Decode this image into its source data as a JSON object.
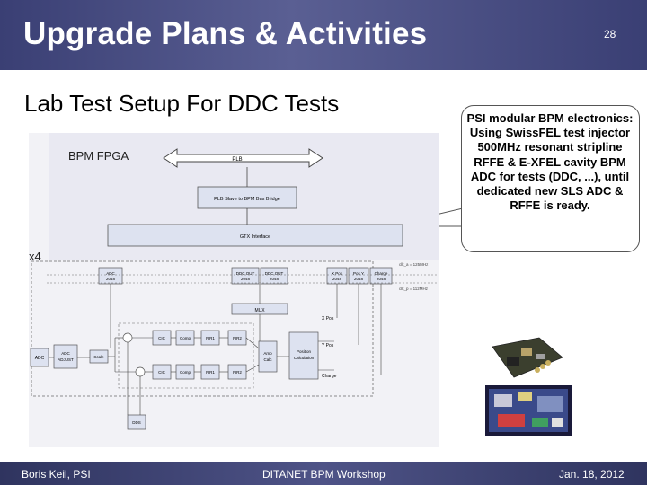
{
  "header": {
    "title": "Upgrade Plans & Activities",
    "page_number": "28"
  },
  "subtitle": "Lab Test Setup For DDC Tests",
  "callout": {
    "text": "PSI modular BPM electronics: Using SwissFEL test injector 500MHz resonant stripline RFFE & E-XFEL cavity BPM ADC for tests (DDC, ...), until dedicated new SLS ADC & RFFE is ready."
  },
  "diagram": {
    "title": "BPM FPGA",
    "multiplier": "x4",
    "blocks": {
      "plb": "PLB",
      "bridge": "PLB Slave to BPM Bus Bridge",
      "gtx": "GTX Interface",
      "adc_out": "ADC\n2048",
      "ddc_out1": "DDC OUT\n2048",
      "ddc_out2": "DDC OUT\n2048",
      "xpos": "X Pos\n2048",
      "ypos": "Pos Y\n2048",
      "charge": "Charge\n2048",
      "mux": "MUX",
      "adc": "ADC",
      "adc_adjust": "ADC\nADJUST",
      "scale": "Scale",
      "cic1": "CIC",
      "comp1": "Comp",
      "fir1_1": "FIR1",
      "fir2_1": "FIR2",
      "cic2": "CIC",
      "comp2": "Comp",
      "fir1_2": "FIR1",
      "fir2_2": "FIR2",
      "amp_calc": "Amp\nCalc",
      "pos_calc": "Position\nCalculation",
      "dds": "DDS"
    },
    "signals": {
      "xpos": "X Pos",
      "ypos": "Y Pos",
      "charge": "Charge",
      "clk1": "clk_a = 125MHz",
      "clk2": "clk_p = 112MHz"
    }
  },
  "footer": {
    "left": "Boris Keil, PSI",
    "center": "DITANET BPM Workshop",
    "right": "Jan. 18, 2012"
  }
}
